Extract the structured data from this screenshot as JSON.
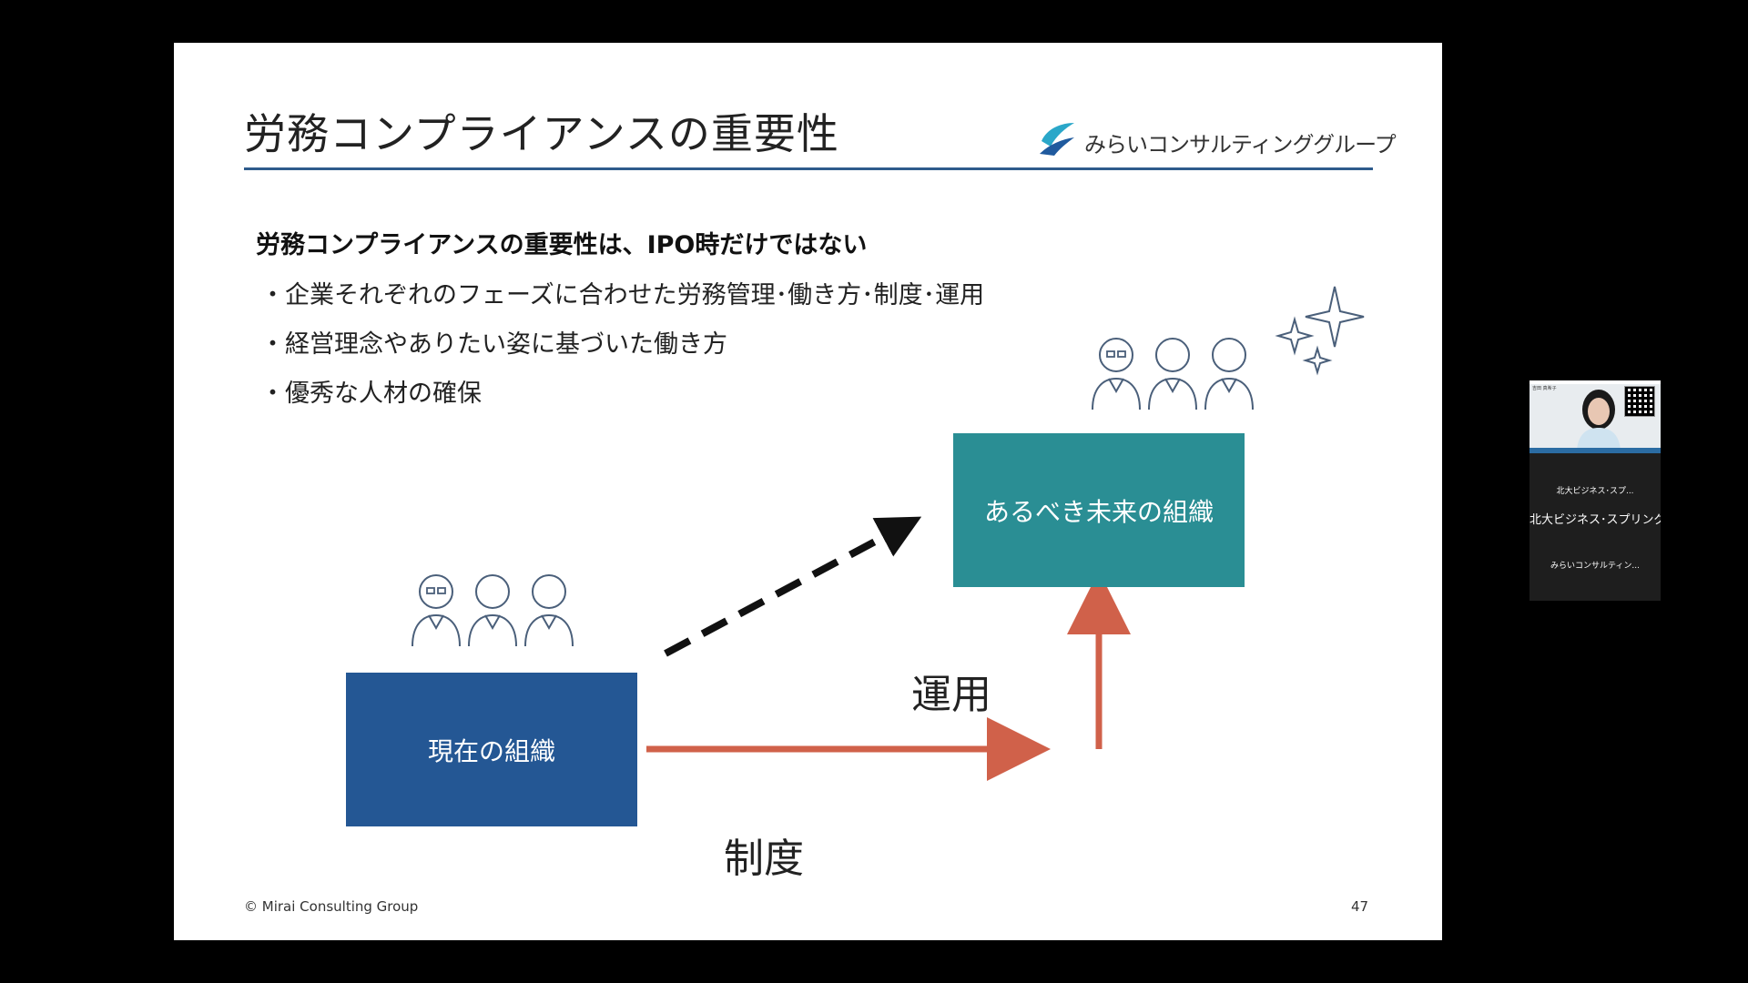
{
  "slide": {
    "title": "労務コンプライアンスの重要性",
    "logo_text": "みらいコンサルティンググループ",
    "heading": "労務コンプライアンスの重要性は、IPO時だけではない",
    "bullets": [
      "・企業それぞれのフェーズに合わせた労務管理･働き方･制度･運用",
      "・経営理念やありたい姿に基づいた働き方",
      "・優秀な人材の確保"
    ],
    "box_current": "現在の組織",
    "box_future": "あるべき未来の組織",
    "label_operation": "運用",
    "label_system": "制度",
    "footer": "© Mirai Consulting Group",
    "page_number": "47"
  },
  "participants": {
    "thumb_name": "吉田 真希子",
    "line1": "北大ビジネス･スプ...",
    "line2": "北大ビジネス･スプリング",
    "line3": "みらいコンサルティン..."
  },
  "colors": {
    "title_rule": "#2E5B8C",
    "box_current": "#245794",
    "box_future": "#2A8E94",
    "arrow_solid": "#D0614A",
    "arrow_dashed": "#111111",
    "icon_stroke": "#4A5F7A"
  },
  "icons": [
    "logo-icon",
    "people-icon",
    "sparkle-icon"
  ]
}
